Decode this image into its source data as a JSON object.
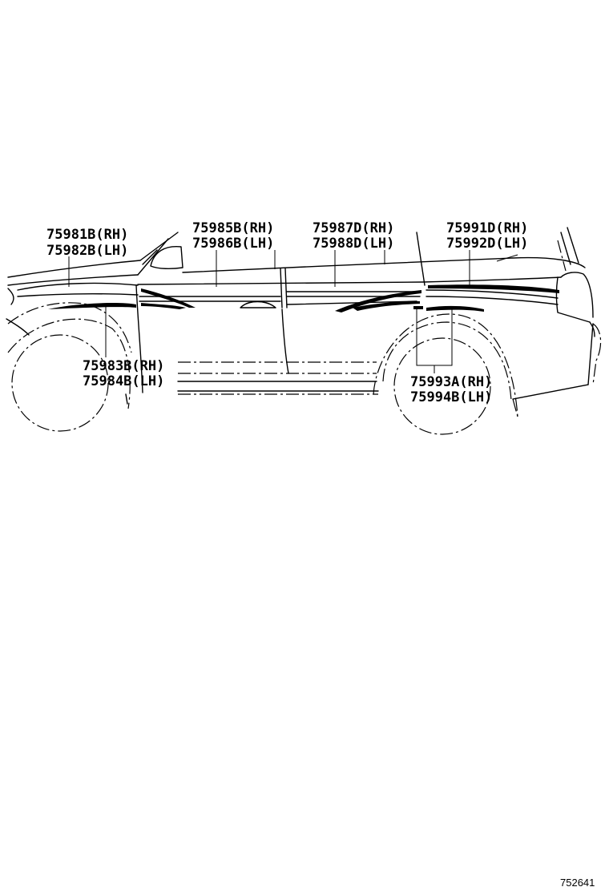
{
  "callouts": [
    {
      "id": "front-fender",
      "lines": [
        "75981B(RH)",
        "75982B(LH)"
      ]
    },
    {
      "id": "front-door-upper",
      "lines": [
        "75985B(RH)",
        "75986B(LH)"
      ]
    },
    {
      "id": "rear-door-upper",
      "lines": [
        "75987D(RH)",
        "75988D(LH)"
      ]
    },
    {
      "id": "quarter-panel",
      "lines": [
        "75991D(RH)",
        "75992D(LH)"
      ]
    },
    {
      "id": "rocker-lower",
      "lines": [
        "75983B(RH)",
        "75984B(LH)"
      ]
    },
    {
      "id": "rear-wheel-stripe",
      "lines": [
        "75993A(RH)",
        "75994B(LH)"
      ]
    }
  ],
  "figure_ref": "752641"
}
